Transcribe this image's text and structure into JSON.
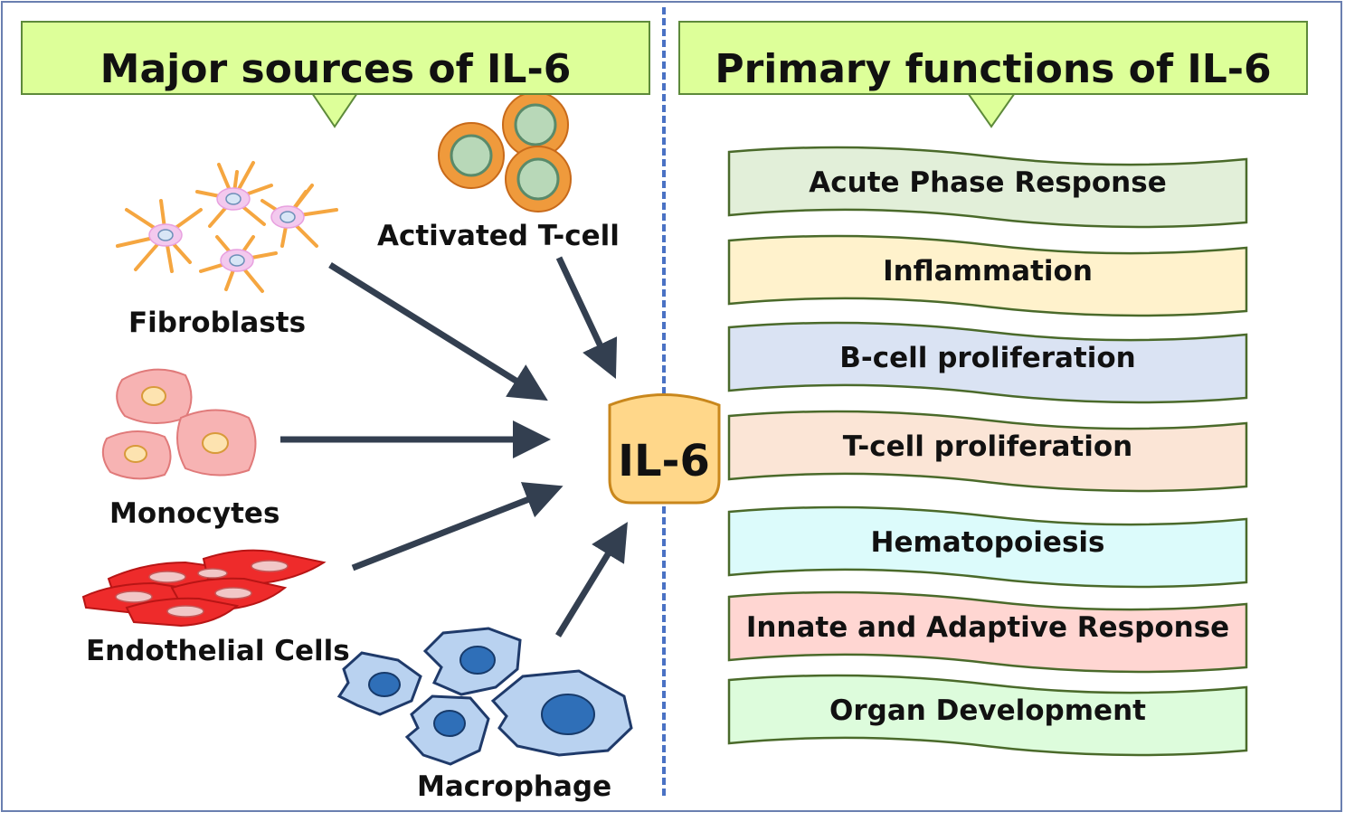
{
  "left": {
    "title": "Major sources of IL-6",
    "sources": {
      "fibroblasts": "Fibroblasts",
      "tcell": "Activated T-cell",
      "monocytes": "Monocytes",
      "endothelial": "Endothelial Cells",
      "macrophage": "Macrophage"
    }
  },
  "center": {
    "label": "IL-6"
  },
  "right": {
    "title": "Primary functions of IL-6",
    "functions": [
      {
        "label": "Acute Phase Response",
        "color": "#e2efd9"
      },
      {
        "label": "Inflammation",
        "color": "#fff2cc"
      },
      {
        "label": "B-cell proliferation",
        "color": "#dae3f3"
      },
      {
        "label": "T-cell proliferation",
        "color": "#fbe5d6"
      },
      {
        "label": "Hematopoiesis",
        "color": "#dcfbfb"
      },
      {
        "label": "Innate and Adaptive Response",
        "color": "#ffd6d2"
      },
      {
        "label": "Organ Development",
        "color": "#ddfcdc"
      }
    ]
  },
  "colors": {
    "banner": "#ddff99",
    "arrow": "#333f50",
    "divider": "#4a72c4",
    "fibroblast": "#f5a640",
    "tcell": "#e98a2a",
    "monocyte": "#f7b3b3",
    "endothelial": "#ee2b2b",
    "macrophage": "#b9d2f0",
    "il6_fill": "#ffd78a"
  }
}
